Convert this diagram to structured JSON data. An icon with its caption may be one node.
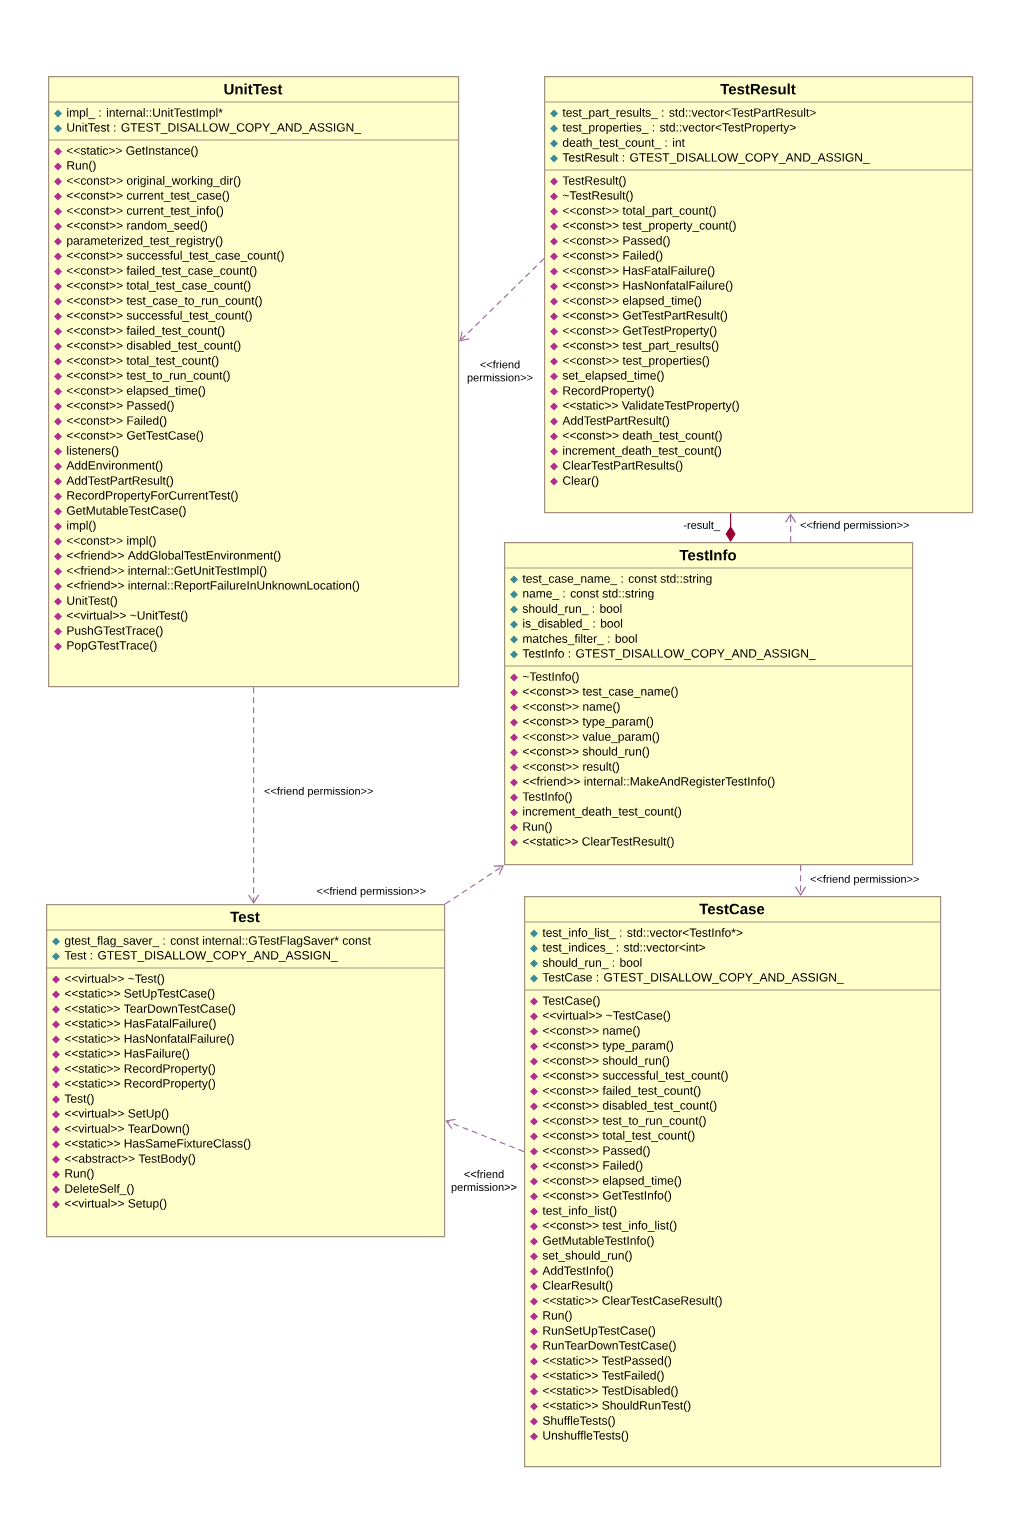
{
  "diagram": {
    "nodes": [
      {
        "text": [
          "UnitTest",
          "impl_ : internal::UnitTestImpl*",
          "UnitTest : GTEST_DISALLOW_COPY_AND_ASSIGN_",
          "<<static>> GetInstance()",
          "Run()",
          "<<const>> original_working_dir()",
          "<<const>> current_test_case()",
          "<<const>> current_test_info()",
          "<<const>> random_seed()",
          "parameterized_test_registry()",
          "<<const>> successful_test_case_count()",
          "<<const>> failed_test_case_count()",
          "<<const>> total_test_case_count()",
          "<<const>> test_case_to_run_count()",
          "<<const>> successful_test_count()",
          "<<const>> failed_test_count()",
          "<<const>> disabled_test_count()",
          "<<const>> total_test_count()",
          "<<const>> test_to_run_count()",
          "<<const>> elapsed_time()",
          "<<const>> Passed()",
          "<<const>> Failed()",
          "<<const>> GetTestCase()",
          "listeners()",
          "AddEnvironment()",
          "AddTestPartResult()",
          "RecordPropertyForCurrentTest()",
          "GetMutableTestCase()",
          "impl()",
          "<<const>> impl()",
          "<<friend>> AddGlobalTestEnvironment()",
          "<<friend>> internal::GetUnitTestImpl()",
          "<<friend>> internal::ReportFailureInUnknownLocation()",
          "UnitTest()",
          "<<virtual>> ~UnitTest()",
          "PushGTestTrace()",
          "PopGTestTrace()"
        ]
      },
      {
        "text": [
          "TestResult",
          "test_part_results_ : std::vector<TestPartResult>",
          "test_properties_ : std::vector<TestProperty>",
          "death_test_count_ : int",
          "TestResult : GTEST_DISALLOW_COPY_AND_ASSIGN_",
          "TestResult()",
          "~TestResult()",
          "<<const>> total_part_count()",
          "<<const>> test_property_count()",
          "<<const>> Passed()",
          "<<const>> Failed()",
          "<<const>> HasFatalFailure()",
          "<<const>> HasNonfatalFailure()",
          "<<const>> elapsed_time()",
          "<<const>> GetTestPartResult()",
          "<<const>> GetTestProperty()",
          "<<const>> test_part_results()",
          "<<const>> test_properties()",
          "set_elapsed_time()",
          "RecordProperty()",
          "<<static>> ValidateTestProperty()",
          "AddTestPartResult()",
          "<<const>> death_test_count()",
          "increment_death_test_count()",
          "ClearTestPartResults()",
          "Clear()"
        ]
      },
      {
        "text": [
          "TestInfo",
          "test_case_name_ : const std::string",
          "name_ : const std::string",
          "should_run_ : bool",
          "is_disabled_ : bool",
          "matches_filter_ : bool",
          "TestInfo : GTEST_DISALLOW_COPY_AND_ASSIGN_",
          "~TestInfo()",
          "<<const>> test_case_name()",
          "<<const>> name()",
          "<<const>> type_param()",
          "<<const>> value_param()",
          "<<const>> should_run()",
          "<<const>> result()",
          "<<friend>> internal::MakeAndRegisterTestInfo()",
          "TestInfo()",
          "increment_death_test_count()",
          "Run()",
          "<<static>> ClearTestResult()"
        ]
      },
      {
        "text": [
          "Test",
          "gtest_flag_saver_ : const internal::GTestFlagSaver* const",
          "Test : GTEST_DISALLOW_COPY_AND_ASSIGN_",
          "<<virtual>> ~Test()",
          "<<static>> SetUpTestCase()",
          "<<static>> TearDownTestCase()",
          "<<static>> HasFatalFailure()",
          "<<static>> HasNonfatalFailure()",
          "<<static>> HasFailure()",
          "<<static>> RecordProperty()",
          "<<static>> RecordProperty()",
          "Test()",
          "<<virtual>> SetUp()",
          "<<virtual>> TearDown()",
          "<<static>> HasSameFixtureClass()",
          "<<abstract>> TestBody()",
          "Run()",
          "DeleteSelf_()",
          "<<virtual>> Setup()"
        ]
      },
      {
        "text": [
          "TestCase",
          "test_info_list_ : std::vector<TestInfo*>",
          "test_indices_ : std::vector<int>",
          "should_run_ : bool",
          "TestCase : GTEST_DISALLOW_COPY_AND_ASSIGN_",
          "TestCase()",
          "<<virtual>> ~TestCase()",
          "<<const>> name()",
          "<<const>> type_param()",
          "<<const>> should_run()",
          "<<const>> successful_test_count()",
          "<<const>> failed_test_count()",
          "<<const>> disabled_test_count()",
          "<<const>> test_to_run_count()",
          "<<const>> total_test_count()",
          "<<const>> Passed()",
          "<<const>> Failed()",
          "<<const>> elapsed_time()",
          "<<const>> GetTestInfo()",
          "test_info_list()",
          "<<const>> test_info_list()",
          "GetMutableTestInfo()",
          "set_should_run()",
          "AddTestInfo()",
          "ClearResult()",
          "<<static>> ClearTestCaseResult()",
          "Run()",
          "RunSetUpTestCase()",
          "RunTearDownTestCase()",
          "<<static>> TestPassed()",
          "<<static>> TestFailed()",
          "<<static>> TestDisabled()",
          "<<static>> ShouldRunTest()",
          "ShuffleTests()",
          "UnshuffleTests()"
        ]
      }
    ],
    "edges": [
      {
        "from": 0,
        "to": 3,
        "arrow": "to",
        "label": "<<friend permission>>",
        "style": "dashed"
      },
      {
        "from": 1,
        "to": 0,
        "arrow": "to",
        "label": "<<friend permission>>",
        "style": "dashed"
      },
      {
        "from": 2,
        "to": 1,
        "arrow": "other",
        "label": "-result_",
        "color": "#990033"
      },
      {
        "from": 2,
        "to": 1,
        "arrow": "to",
        "label": "<<friend permission>>",
        "style": "dashed"
      },
      {
        "from": 3,
        "to": 2,
        "arrow": "to",
        "label": "<<friend permission>>",
        "style": "dashed"
      },
      {
        "from": 4,
        "to": 3,
        "arrow": "to",
        "label": "<<friend permission>>",
        "style": "dashed"
      },
      {
        "from": 2,
        "to": 4,
        "arrow": "to",
        "label": "<<friend permission>>",
        "style": "dashed"
      }
    ]
  }
}
